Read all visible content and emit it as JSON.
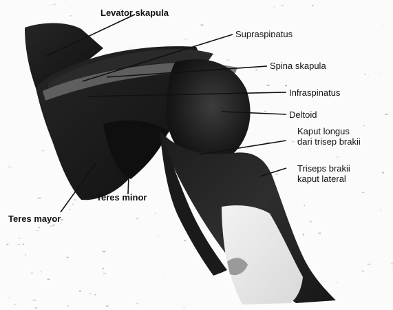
{
  "labels": {
    "levator_skapula": "Levator skapula",
    "supraspinatus": "Supraspinatus",
    "spina_skapula": "Spina skapula",
    "infraspinatus": "Infraspinatus",
    "deltoid": "Deltoid",
    "kaput_longus_line1": "Kaput longus",
    "kaput_longus_line2": "dari trisep brakii",
    "triseps_line1": "Triseps brakii",
    "triseps_line2": "kaput lateral",
    "teres_minor": "Teres minor",
    "teres_mayor": "Teres mayor"
  }
}
